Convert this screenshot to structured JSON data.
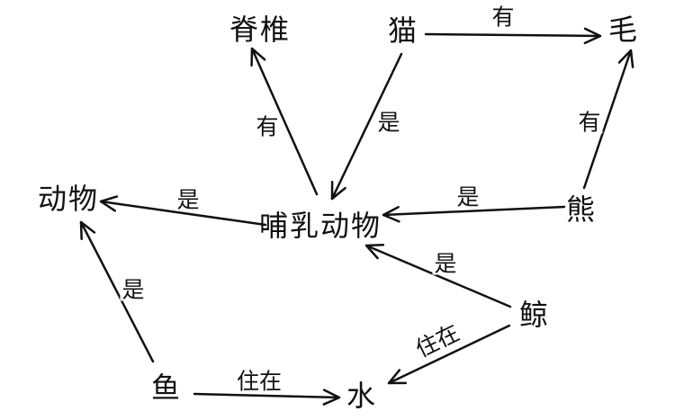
{
  "diagram": {
    "type": "semantic-network",
    "background_color": "#ffffff",
    "line_color": "#111111",
    "nodes": [
      {
        "id": "spine",
        "label": "脊椎"
      },
      {
        "id": "cat",
        "label": "猫"
      },
      {
        "id": "fur",
        "label": "毛"
      },
      {
        "id": "animal",
        "label": "动物"
      },
      {
        "id": "mammal",
        "label": "哺乳动物"
      },
      {
        "id": "bear",
        "label": "熊"
      },
      {
        "id": "whale",
        "label": "鲸"
      },
      {
        "id": "fish",
        "label": "鱼"
      },
      {
        "id": "water",
        "label": "水"
      }
    ],
    "edges": [
      {
        "from": "mammal",
        "to": "spine",
        "label": "有"
      },
      {
        "from": "cat",
        "to": "mammal",
        "label": "是"
      },
      {
        "from": "cat",
        "to": "fur",
        "label": "有"
      },
      {
        "from": "bear",
        "to": "fur",
        "label": "有"
      },
      {
        "from": "bear",
        "to": "mammal",
        "label": "是"
      },
      {
        "from": "mammal",
        "to": "animal",
        "label": "是"
      },
      {
        "from": "whale",
        "to": "mammal",
        "label": "是"
      },
      {
        "from": "whale",
        "to": "water",
        "label": "住在"
      },
      {
        "from": "fish",
        "to": "water",
        "label": "住在"
      },
      {
        "from": "fish",
        "to": "animal",
        "label": "是"
      }
    ]
  }
}
